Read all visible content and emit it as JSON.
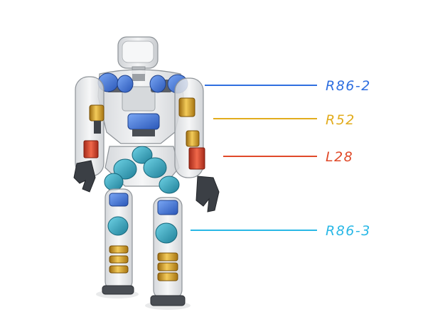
{
  "colors": {
    "shell": "#e4e6e8",
    "shell_stroke": "#9ea3a8",
    "dark": "#3a3d42",
    "r86_2": "#2f6fe0",
    "r52": "#e2ac1e",
    "l28": "#e04a2a",
    "r86_3": "#2ab8e6"
  },
  "callouts": [
    {
      "id": "r86_2",
      "label": "R86-2",
      "color": "#2f6fe0"
    },
    {
      "id": "r52",
      "label": "R52",
      "color": "#e2ac1e"
    },
    {
      "id": "l28",
      "label": "L28",
      "color": "#e04a2a"
    },
    {
      "id": "r86_3",
      "label": "R86-3",
      "color": "#2ab8e6"
    }
  ]
}
